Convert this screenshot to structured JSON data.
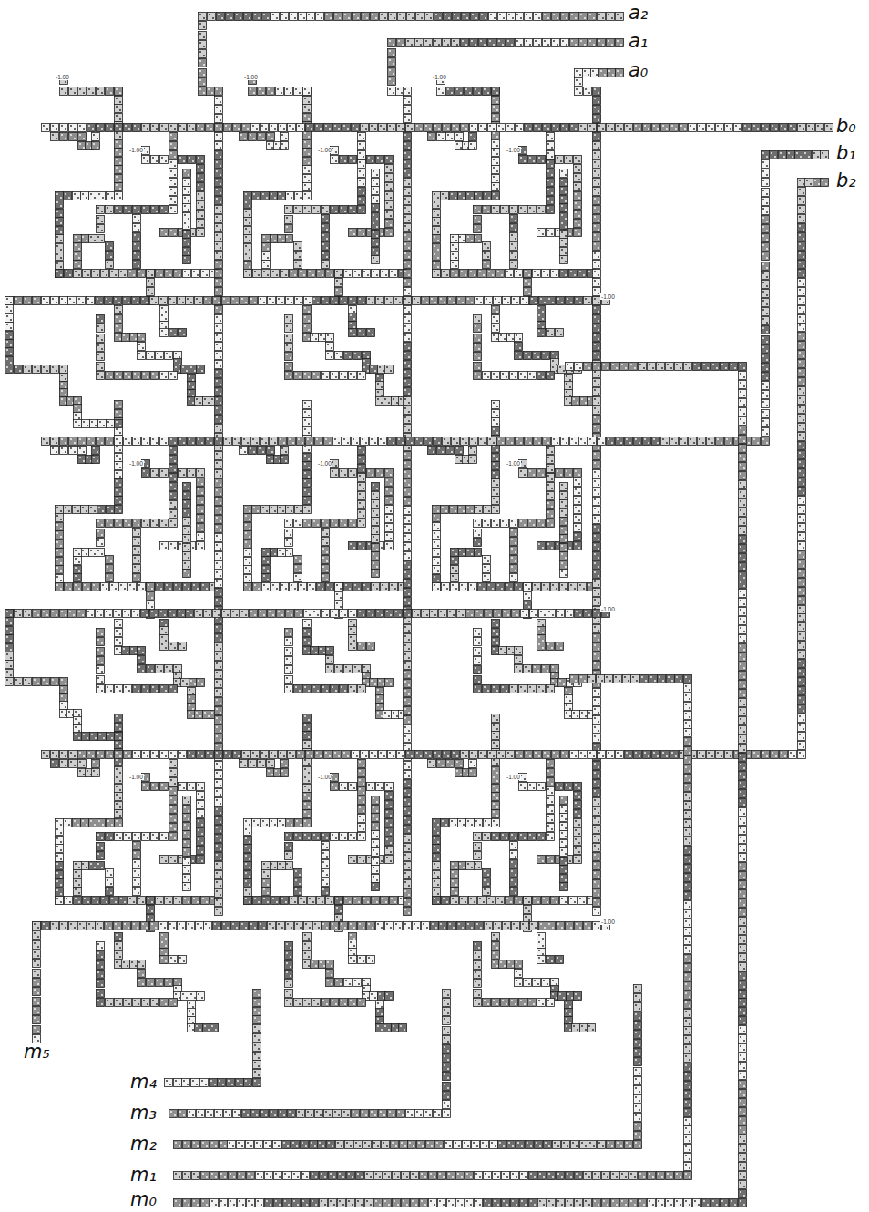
{
  "diagram": {
    "labels": [
      "a₂",
      "a₁",
      "a₀",
      "b₀",
      "b₁",
      "b₂",
      "-1.00",
      "-1.00",
      "-1.00",
      "-1.00",
      "-1.00",
      "-1.00",
      "-1.00",
      "-1.00",
      "-1.00",
      "-1.00",
      "-1.00",
      "-1.00",
      "-1.00",
      "-1.00",
      "-1.00",
      "m₅",
      "m₄",
      "m₃",
      "m₂",
      "m₁",
      "m₀"
    ]
  }
}
